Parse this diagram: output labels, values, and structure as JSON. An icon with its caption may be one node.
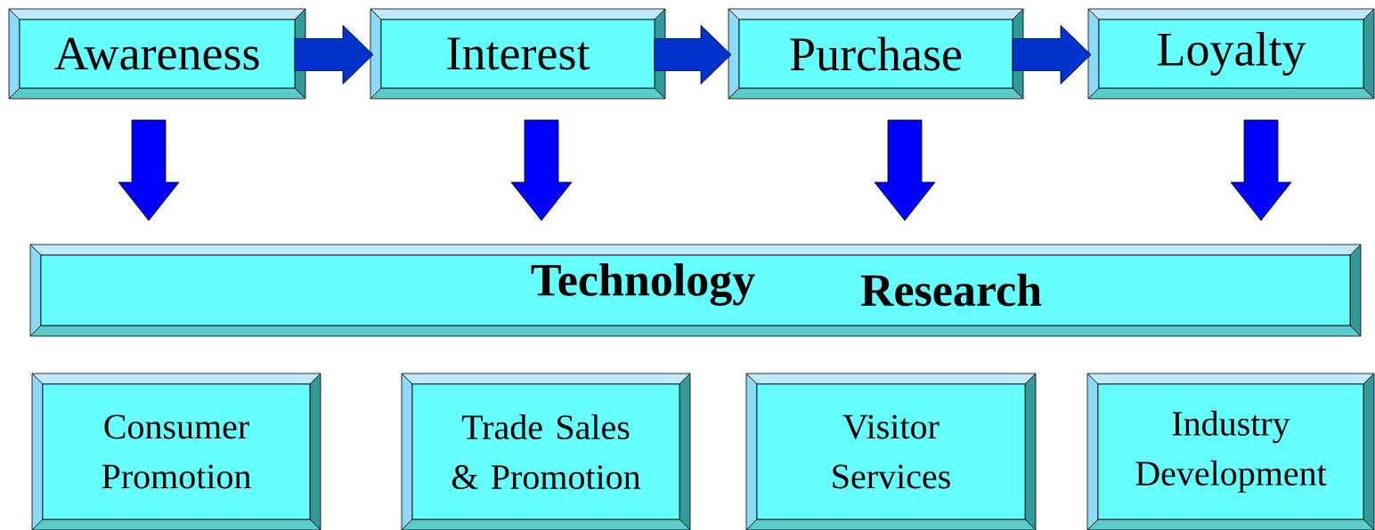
{
  "diagram": {
    "nodes": [
      {
        "text": [
          "Awareness"
        ]
      },
      {
        "text": [
          "Interest"
        ]
      },
      {
        "text": [
          "Purchase"
        ]
      },
      {
        "text": [
          "Loyalty"
        ]
      },
      {
        "text": [
          "Technology",
          "Research"
        ]
      },
      {
        "text": [
          "Consumer Promotion"
        ]
      },
      {
        "text": [
          "Trade Sales & Promotion"
        ]
      },
      {
        "text": [
          "Visitor Services"
        ]
      },
      {
        "text": [
          "Industry Development"
        ]
      }
    ],
    "edges": [
      {
        "from": 0,
        "to": 1,
        "arrow": "to",
        "color": "#0033cc"
      },
      {
        "from": 1,
        "to": 2,
        "arrow": "to",
        "color": "#0033cc"
      },
      {
        "from": 2,
        "to": 3,
        "arrow": "to",
        "color": "#0033cc"
      },
      {
        "from": 0,
        "to": 4,
        "arrow": "to"
      },
      {
        "from": 1,
        "to": 4,
        "arrow": "to"
      },
      {
        "from": 2,
        "to": 4,
        "arrow": "to"
      },
      {
        "from": 3,
        "to": 4,
        "arrow": "to"
      }
    ]
  }
}
